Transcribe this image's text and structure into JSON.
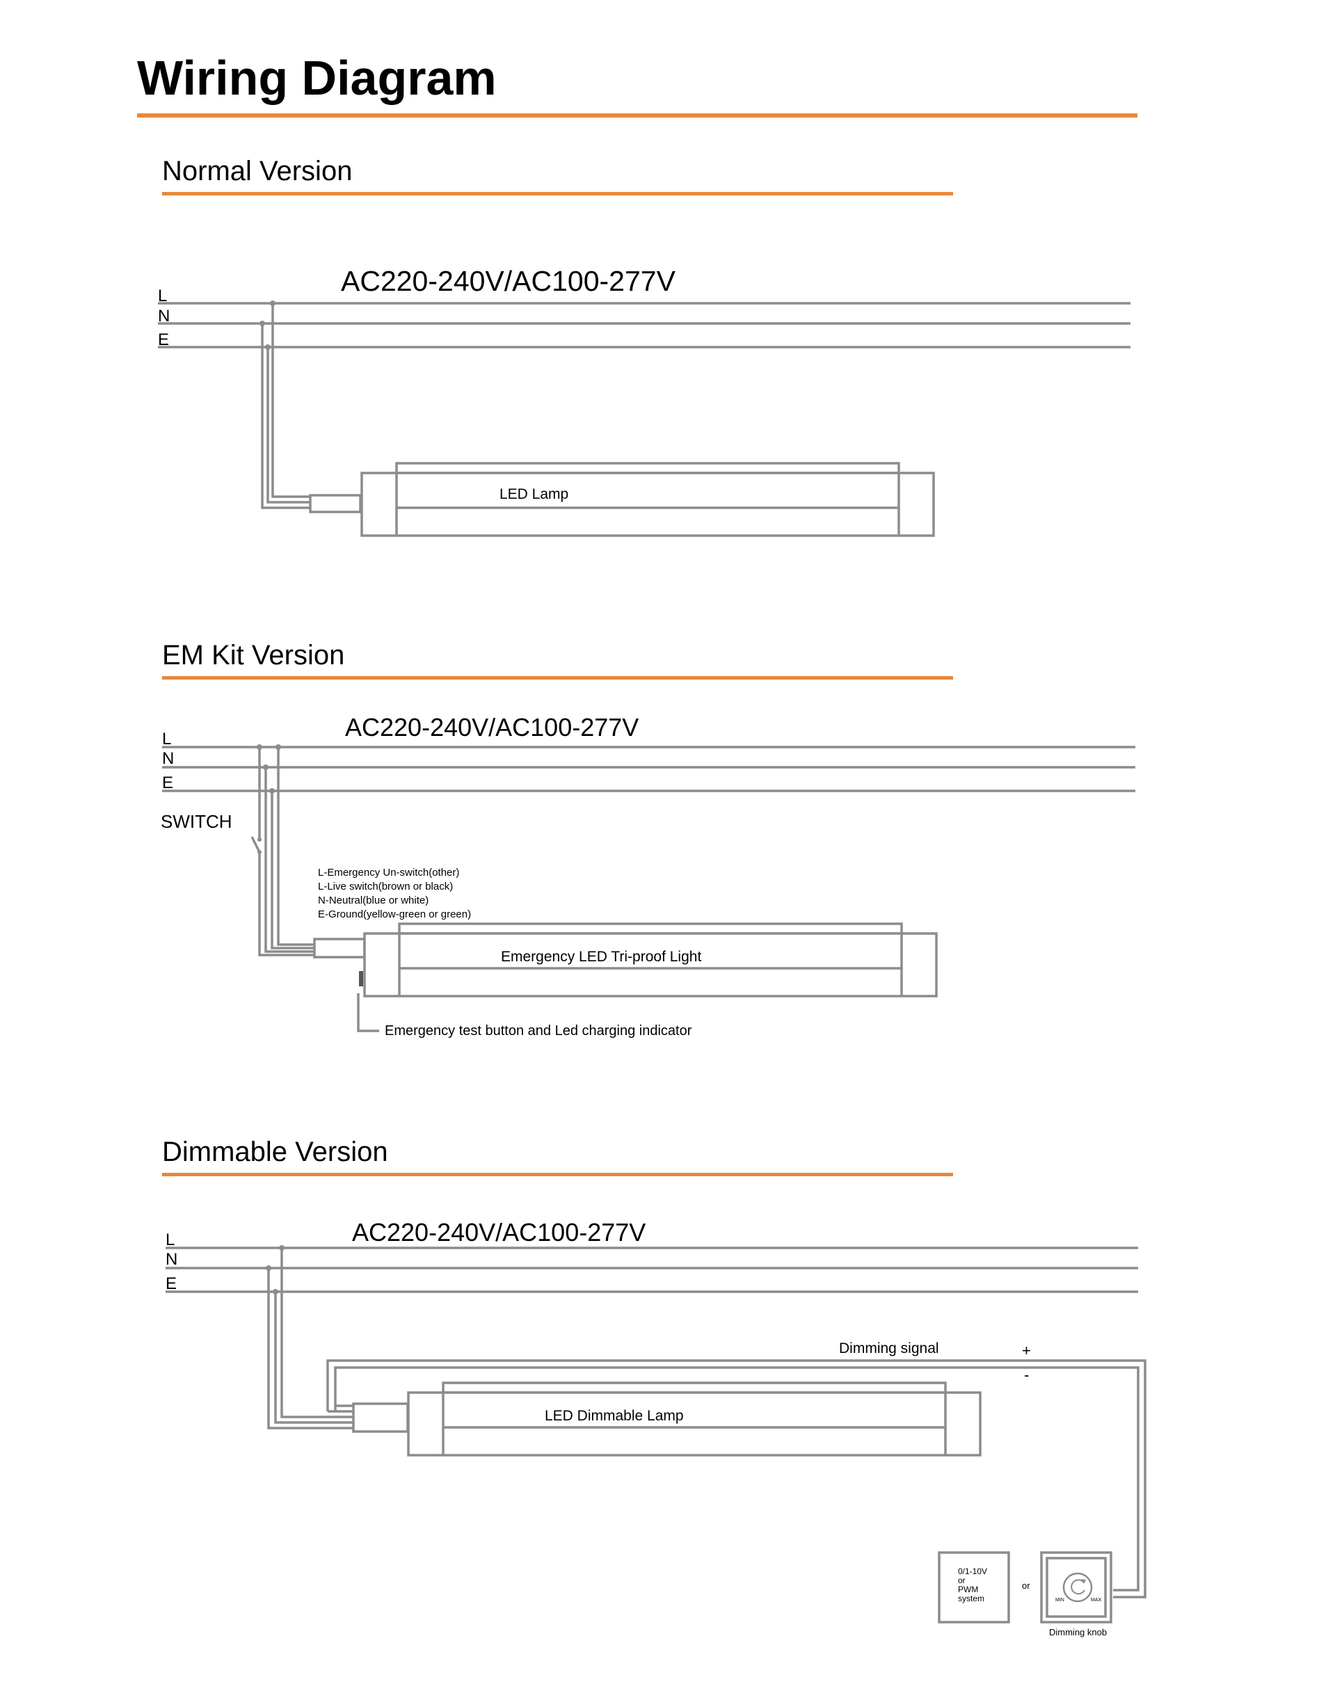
{
  "page": {
    "title": "Wiring Diagram",
    "accent_color": "#e8883a",
    "line_color": "#8c8c8c"
  },
  "normal": {
    "heading": "Normal Version",
    "voltage": "AC220-240V/AC100-277V",
    "labels": {
      "l": "L",
      "n": "N",
      "e": "E"
    },
    "lamp_label": "LED Lamp"
  },
  "emkit": {
    "heading": "EM Kit Version",
    "voltage": "AC220-240V/AC100-277V",
    "labels": {
      "l": "L",
      "n": "N",
      "e": "E"
    },
    "switch_label": "SWITCH",
    "legend": [
      "L-Emergency Un-switch(other)",
      "L-Live switch(brown or black)",
      "N-Neutral(blue or white)",
      "E-Ground(yellow-green or green)"
    ],
    "lamp_label": "Emergency LED Tri-proof Light",
    "test_button_label": "Emergency test button and Led charging indicator"
  },
  "dimmable": {
    "heading": "Dimmable Version",
    "voltage": "AC220-240V/AC100-277V",
    "labels": {
      "l": "L",
      "n": "N",
      "e": "E"
    },
    "signal_label": "Dimming signal",
    "plus": "+",
    "minus": "-",
    "lamp_label": "LED Dimmable Lamp",
    "system_box": [
      "0/1-10V",
      "or",
      "PWM",
      "system"
    ],
    "or_label": "or",
    "knob_min": "MIN",
    "knob_max": "MAX",
    "knob_label": "Dimming knob"
  }
}
